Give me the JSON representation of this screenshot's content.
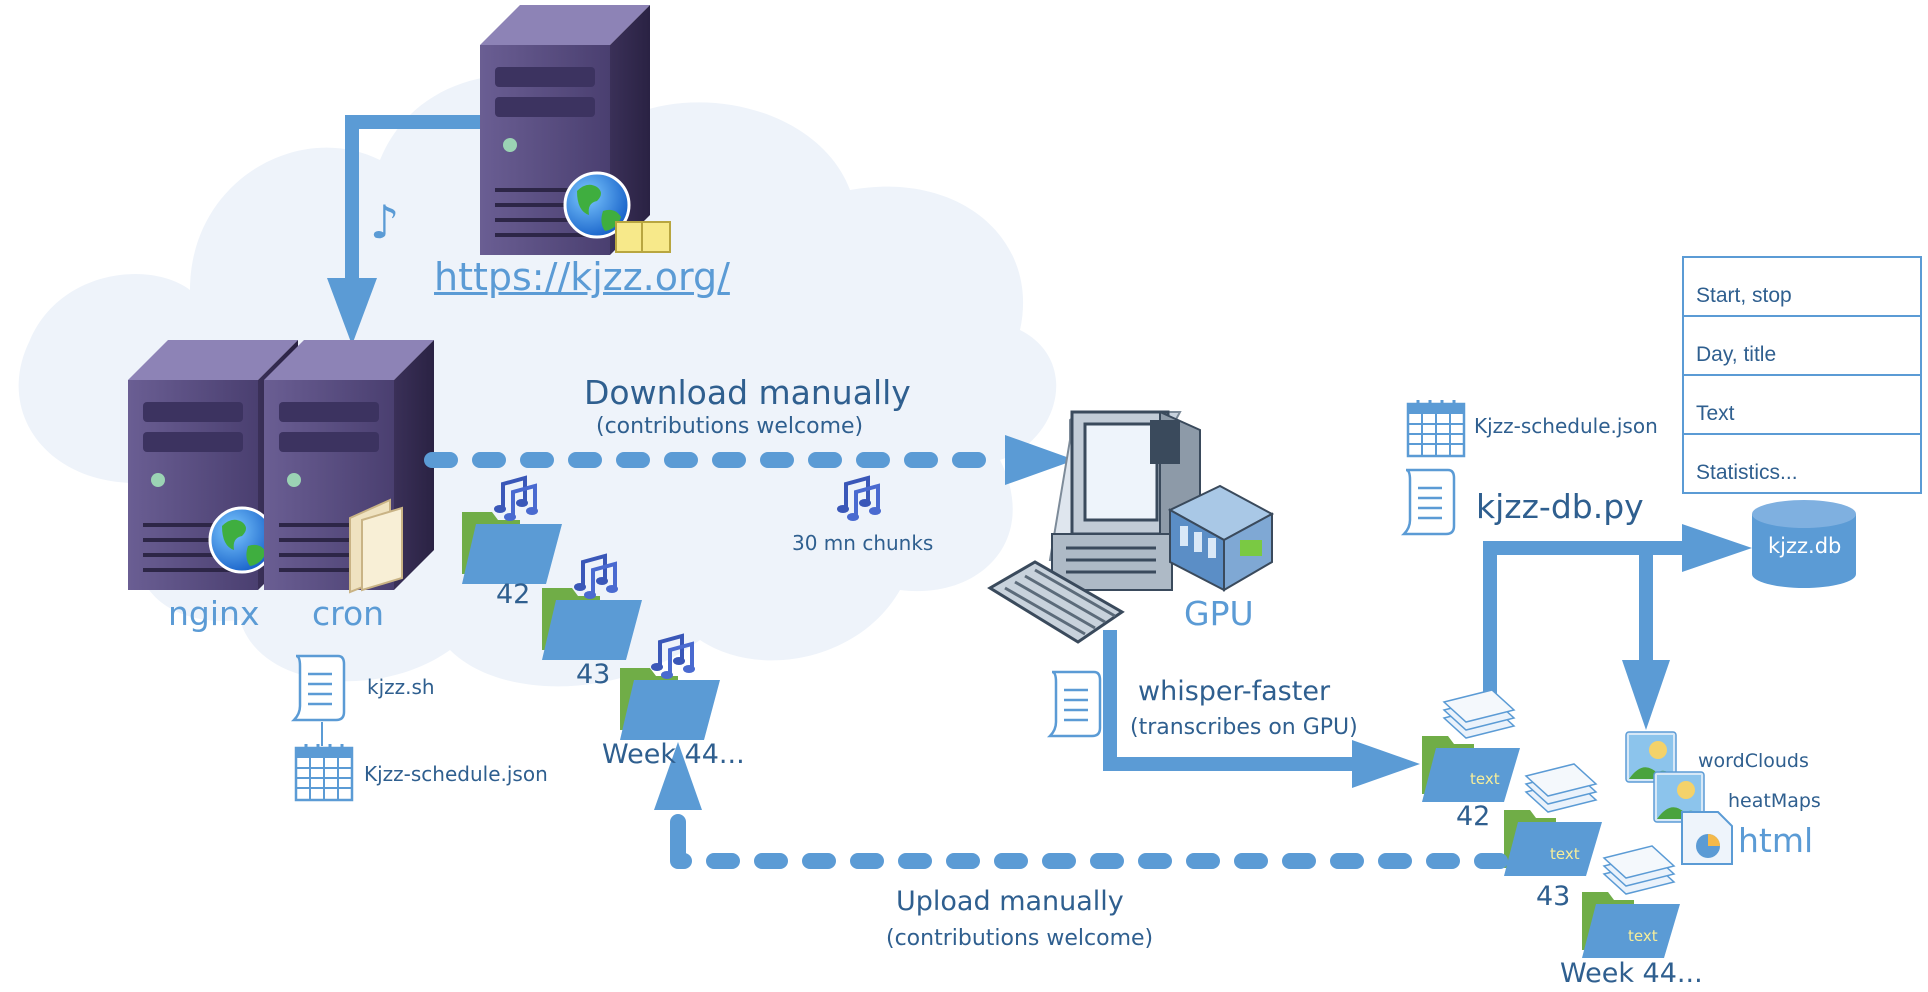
{
  "website_url": "https://kjzz.org/",
  "server_labels": {
    "nginx": "nginx",
    "cron": "cron"
  },
  "scripts": {
    "kjzz_sh": "kjzz.sh",
    "schedule_cloud": "Kjzz-schedule.json",
    "schedule_local": "Kjzz-schedule.json",
    "db_script": "kjzz-db.py"
  },
  "download": {
    "title": "Download manually",
    "subtitle": "(contributions welcome)",
    "chunks": "30 mn chunks"
  },
  "gpu": {
    "label": "GPU"
  },
  "whisper": {
    "title": "whisper-faster",
    "subtitle": "(transcribes on GPU)"
  },
  "upload": {
    "title": "Upload manually",
    "subtitle": "(contributions welcome)"
  },
  "audio_weeks": [
    "42",
    "43",
    "Week 44..."
  ],
  "text_weeks": [
    "42",
    "43",
    "Week 44..."
  ],
  "text_icon_label": "text",
  "db_table": {
    "rows": [
      "Start, stop",
      "Day, title",
      "Text",
      "Statistics..."
    ]
  },
  "db_name": "kjzz.db",
  "outputs": {
    "word_clouds": "wordClouds",
    "heat_maps": "heatMaps",
    "html": "html"
  },
  "colors": {
    "accent": "#5b9bd5",
    "cloud": "#eef3fa",
    "server": "#4b3f72",
    "folder_green": "#70ad47"
  }
}
